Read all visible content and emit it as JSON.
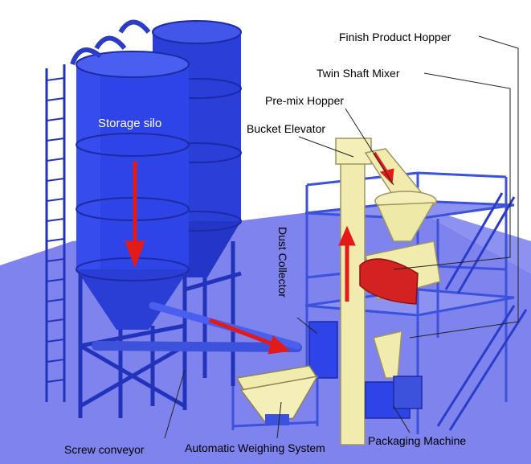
{
  "labels": {
    "storage_silo": "Storage silo",
    "finish_product_hopper": "Finish Product Hopper",
    "twin_shaft_mixer": "Twin Shaft Mixer",
    "premix_hopper": "Pre-mix Hopper",
    "bucket_elevator": "Bucket Elevator",
    "dust_collector": "Dust Collector",
    "screw_conveyor": "Screw conveyor",
    "automatic_weighing_system": "Automatic Weighing System",
    "packaging_machine": "Packaging Machine"
  },
  "colors": {
    "floor": "#7f83ee",
    "silo_blue": "#2f44e6",
    "frame_blue": "#3c52dd",
    "elevator_yellow": "#f1ecae",
    "mixer_red": "#d42222",
    "arrow_red": "#e21a1a"
  }
}
